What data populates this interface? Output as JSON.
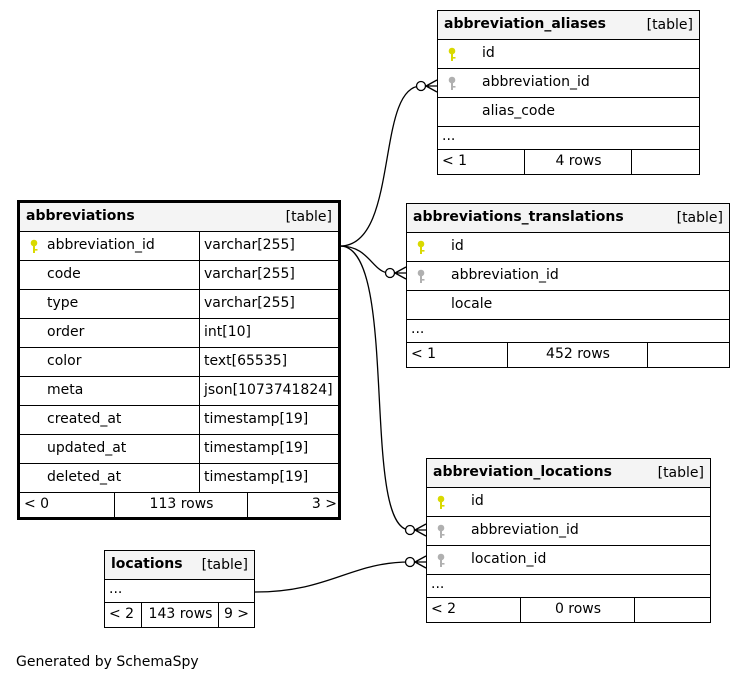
{
  "colors": {
    "primary_key": "#d9d900",
    "foreign_key": "#b0b0b0",
    "header_bg": "#f4f4f4"
  },
  "tables": {
    "abbreviations": {
      "name": "abbreviations",
      "kind": "[table]",
      "columns": [
        {
          "name": "abbreviation_id",
          "type": "varchar[255]",
          "key": "primary"
        },
        {
          "name": "code",
          "type": "varchar[255]"
        },
        {
          "name": "type",
          "type": "varchar[255]"
        },
        {
          "name": "order",
          "type": "int[10]"
        },
        {
          "name": "color",
          "type": "text[65535]"
        },
        {
          "name": "meta",
          "type": "json[1073741824]"
        },
        {
          "name": "created_at",
          "type": "timestamp[19]"
        },
        {
          "name": "updated_at",
          "type": "timestamp[19]"
        },
        {
          "name": "deleted_at",
          "type": "timestamp[19]"
        }
      ],
      "footer": {
        "parents": "< 0",
        "rows": "113 rows",
        "children": "3 >"
      }
    },
    "abbreviation_aliases": {
      "name": "abbreviation_aliases",
      "kind": "[table]",
      "columns": [
        {
          "name": "id",
          "key": "primary"
        },
        {
          "name": "abbreviation_id",
          "key": "foreign"
        },
        {
          "name": "alias_code"
        }
      ],
      "ellipsis": "...",
      "footer": {
        "parents": "< 1",
        "rows": "4 rows",
        "children": ""
      }
    },
    "abbreviations_translations": {
      "name": "abbreviations_translations",
      "kind": "[table]",
      "columns": [
        {
          "name": "id",
          "key": "primary"
        },
        {
          "name": "abbreviation_id",
          "key": "foreign"
        },
        {
          "name": "locale"
        }
      ],
      "ellipsis": "...",
      "footer": {
        "parents": "< 1",
        "rows": "452 rows",
        "children": ""
      }
    },
    "abbreviation_locations": {
      "name": "abbreviation_locations",
      "kind": "[table]",
      "columns": [
        {
          "name": "id",
          "key": "primary"
        },
        {
          "name": "abbreviation_id",
          "key": "foreign"
        },
        {
          "name": "location_id",
          "key": "foreign"
        }
      ],
      "ellipsis": "...",
      "footer": {
        "parents": "< 2",
        "rows": "0 rows",
        "children": ""
      }
    },
    "locations": {
      "name": "locations",
      "kind": "[table]",
      "ellipsis": "...",
      "footer": {
        "parents": "< 2",
        "rows": "143 rows",
        "children": "9 >"
      }
    }
  },
  "generated_by": "Generated by SchemaSpy"
}
